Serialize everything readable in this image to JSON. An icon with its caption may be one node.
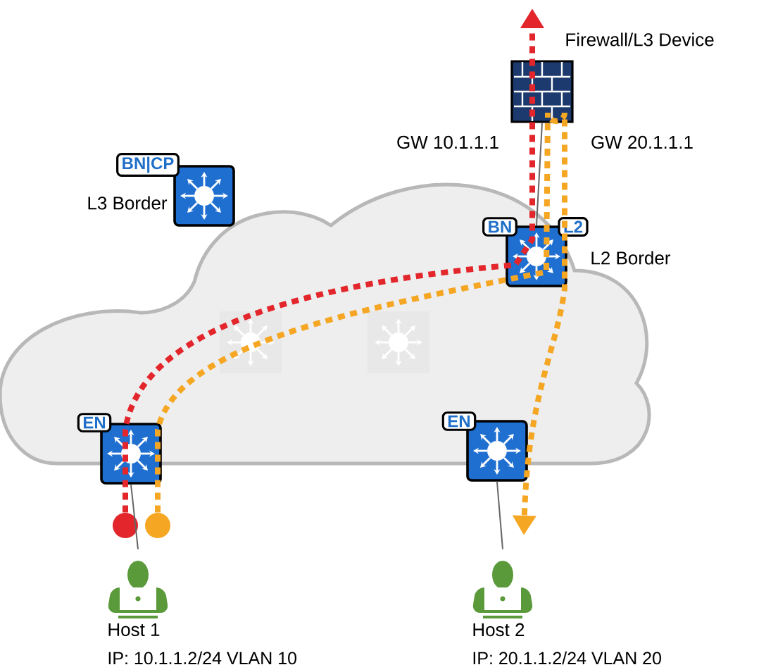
{
  "diagram": {
    "nodes": [
      {
        "text": [
          "Firewall/L3 Device"
        ]
      },
      {
        "text": [
          "BN|CP",
          "L3 Border"
        ]
      },
      {
        "text": [
          "BN",
          "L2",
          "L2 Border"
        ]
      },
      {
        "text": [],
        "shape": "box"
      },
      {
        "text": [],
        "shape": "box"
      },
      {
        "text": [
          "EN"
        ]
      },
      {
        "text": [
          "EN"
        ]
      },
      {
        "text": [
          "Host 1",
          "IP: 10.1.1.2/24 VLAN 10"
        ]
      },
      {
        "text": [
          "Host 2",
          "IP: 20.1.1.2/24 VLAN 20"
        ]
      },
      {
        "text": [],
        "shape": "circle"
      },
      {
        "text": [],
        "shape": "circle"
      }
    ],
    "edges": [
      {
        "from": 0,
        "to": 2,
        "arrow": "none"
      },
      {
        "from": 5,
        "to": 7,
        "arrow": "none"
      },
      {
        "from": 6,
        "to": 8,
        "arrow": "none"
      },
      {
        "from": 9,
        "to": null,
        "arrow": "to",
        "style": "dashed",
        "color": "#e3262b"
      },
      {
        "from": 10,
        "to": null,
        "arrow": "to",
        "style": "dashed",
        "color": "#f5a623"
      }
    ],
    "labels": [
      "GW 10.1.1.1",
      "GW 20.1.1.1"
    ]
  }
}
